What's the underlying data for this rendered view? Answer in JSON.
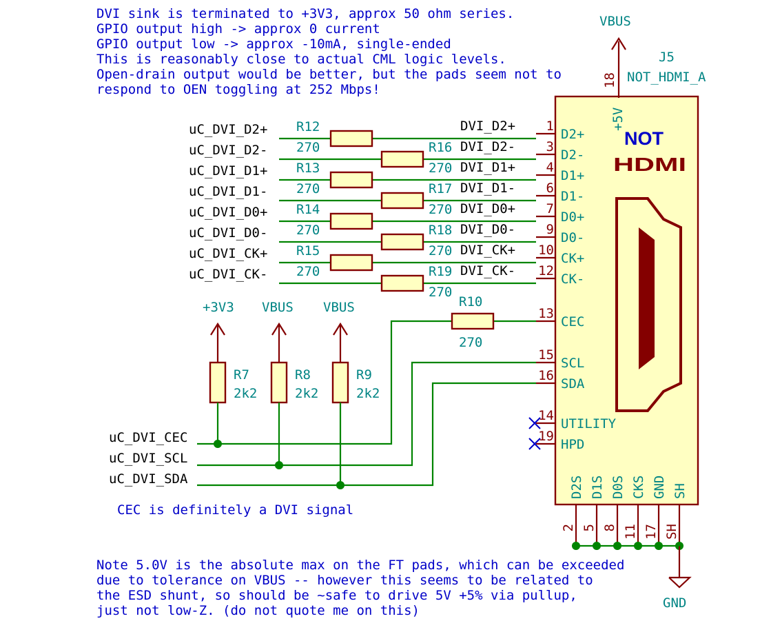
{
  "notes": {
    "top": [
      "DVI sink is terminated to +3V3, approx 50 ohm series.",
      "GPIO output high -> approx 0 current",
      "GPIO output low -> approx -10mA, single-ended",
      "This is reasonably close to actual CML logic levels.",
      "Open-drain output would be better, but the pads seem not to",
      "respond to OEN toggling at 252 Mbps!"
    ],
    "cec": "CEC is definitely a DVI signal",
    "bottom": [
      "Note 5.0V is the absolute max on the FT pads, which can be exceeded",
      "due to tolerance on VBUS -- however this seems to be related to",
      "the ESD shunt, so should be ~safe to drive 5V +5% via pullup,",
      "just not low-Z. (do not quote me on this)"
    ]
  },
  "connector": {
    "ref": "J5",
    "value": "NOT_HDMI_A",
    "logo_line1": "NOT",
    "logo_line2": "HDMI",
    "vbus_label": "VBUS",
    "gnd_label": "GND",
    "power_pin": {
      "name": "+5V",
      "number": "18"
    },
    "left_pins": [
      {
        "number": "1",
        "name": "D2+",
        "net": "DVI_D2+"
      },
      {
        "number": "3",
        "name": "D2-",
        "net": "DVI_D2-"
      },
      {
        "number": "4",
        "name": "D1+",
        "net": "DVI_D1+"
      },
      {
        "number": "6",
        "name": "D1-",
        "net": "DVI_D1-"
      },
      {
        "number": "7",
        "name": "D0+",
        "net": "DVI_D0+"
      },
      {
        "number": "9",
        "name": "D0-",
        "net": "DVI_D0-"
      },
      {
        "number": "10",
        "name": "CK+",
        "net": "DVI_CK+"
      },
      {
        "number": "12",
        "name": "CK-",
        "net": "DVI_CK-"
      },
      {
        "number": "13",
        "name": "CEC"
      },
      {
        "number": "15",
        "name": "SCL"
      },
      {
        "number": "16",
        "name": "SDA"
      },
      {
        "number": "14",
        "name": "UTILITY"
      },
      {
        "number": "19",
        "name": "HPD"
      }
    ],
    "bottom_pins": [
      {
        "number": "2",
        "name": "D2S"
      },
      {
        "number": "5",
        "name": "D1S"
      },
      {
        "number": "8",
        "name": "D0S"
      },
      {
        "number": "11",
        "name": "CKS"
      },
      {
        "number": "17",
        "name": "GND"
      },
      {
        "number": "SH",
        "name": "SH"
      }
    ]
  },
  "mcu_nets": [
    "uC_DVI_D2+",
    "uC_DVI_D2-",
    "uC_DVI_D1+",
    "uC_DVI_D1-",
    "uC_DVI_D0+",
    "uC_DVI_D0-",
    "uC_DVI_CK+",
    "uC_DVI_CK-"
  ],
  "series_resistors": [
    {
      "ref": "R12",
      "value": "270"
    },
    {
      "ref": "R16",
      "value": "270"
    },
    {
      "ref": "R13",
      "value": "270"
    },
    {
      "ref": "R17",
      "value": "270"
    },
    {
      "ref": "R14",
      "value": "270"
    },
    {
      "ref": "R18",
      "value": "270"
    },
    {
      "ref": "R15",
      "value": "270"
    },
    {
      "ref": "R19",
      "value": "270"
    }
  ],
  "cec_resistor": {
    "ref": "R10",
    "value": "270"
  },
  "pullups": [
    {
      "ref": "R7",
      "value": "2k2",
      "rail": "+3V3"
    },
    {
      "ref": "R8",
      "value": "2k2",
      "rail": "VBUS"
    },
    {
      "ref": "R9",
      "value": "2k2",
      "rail": "VBUS"
    }
  ],
  "ctrl_nets": [
    "uC_DVI_CEC",
    "uC_DVI_SCL",
    "uC_DVI_SDA"
  ]
}
